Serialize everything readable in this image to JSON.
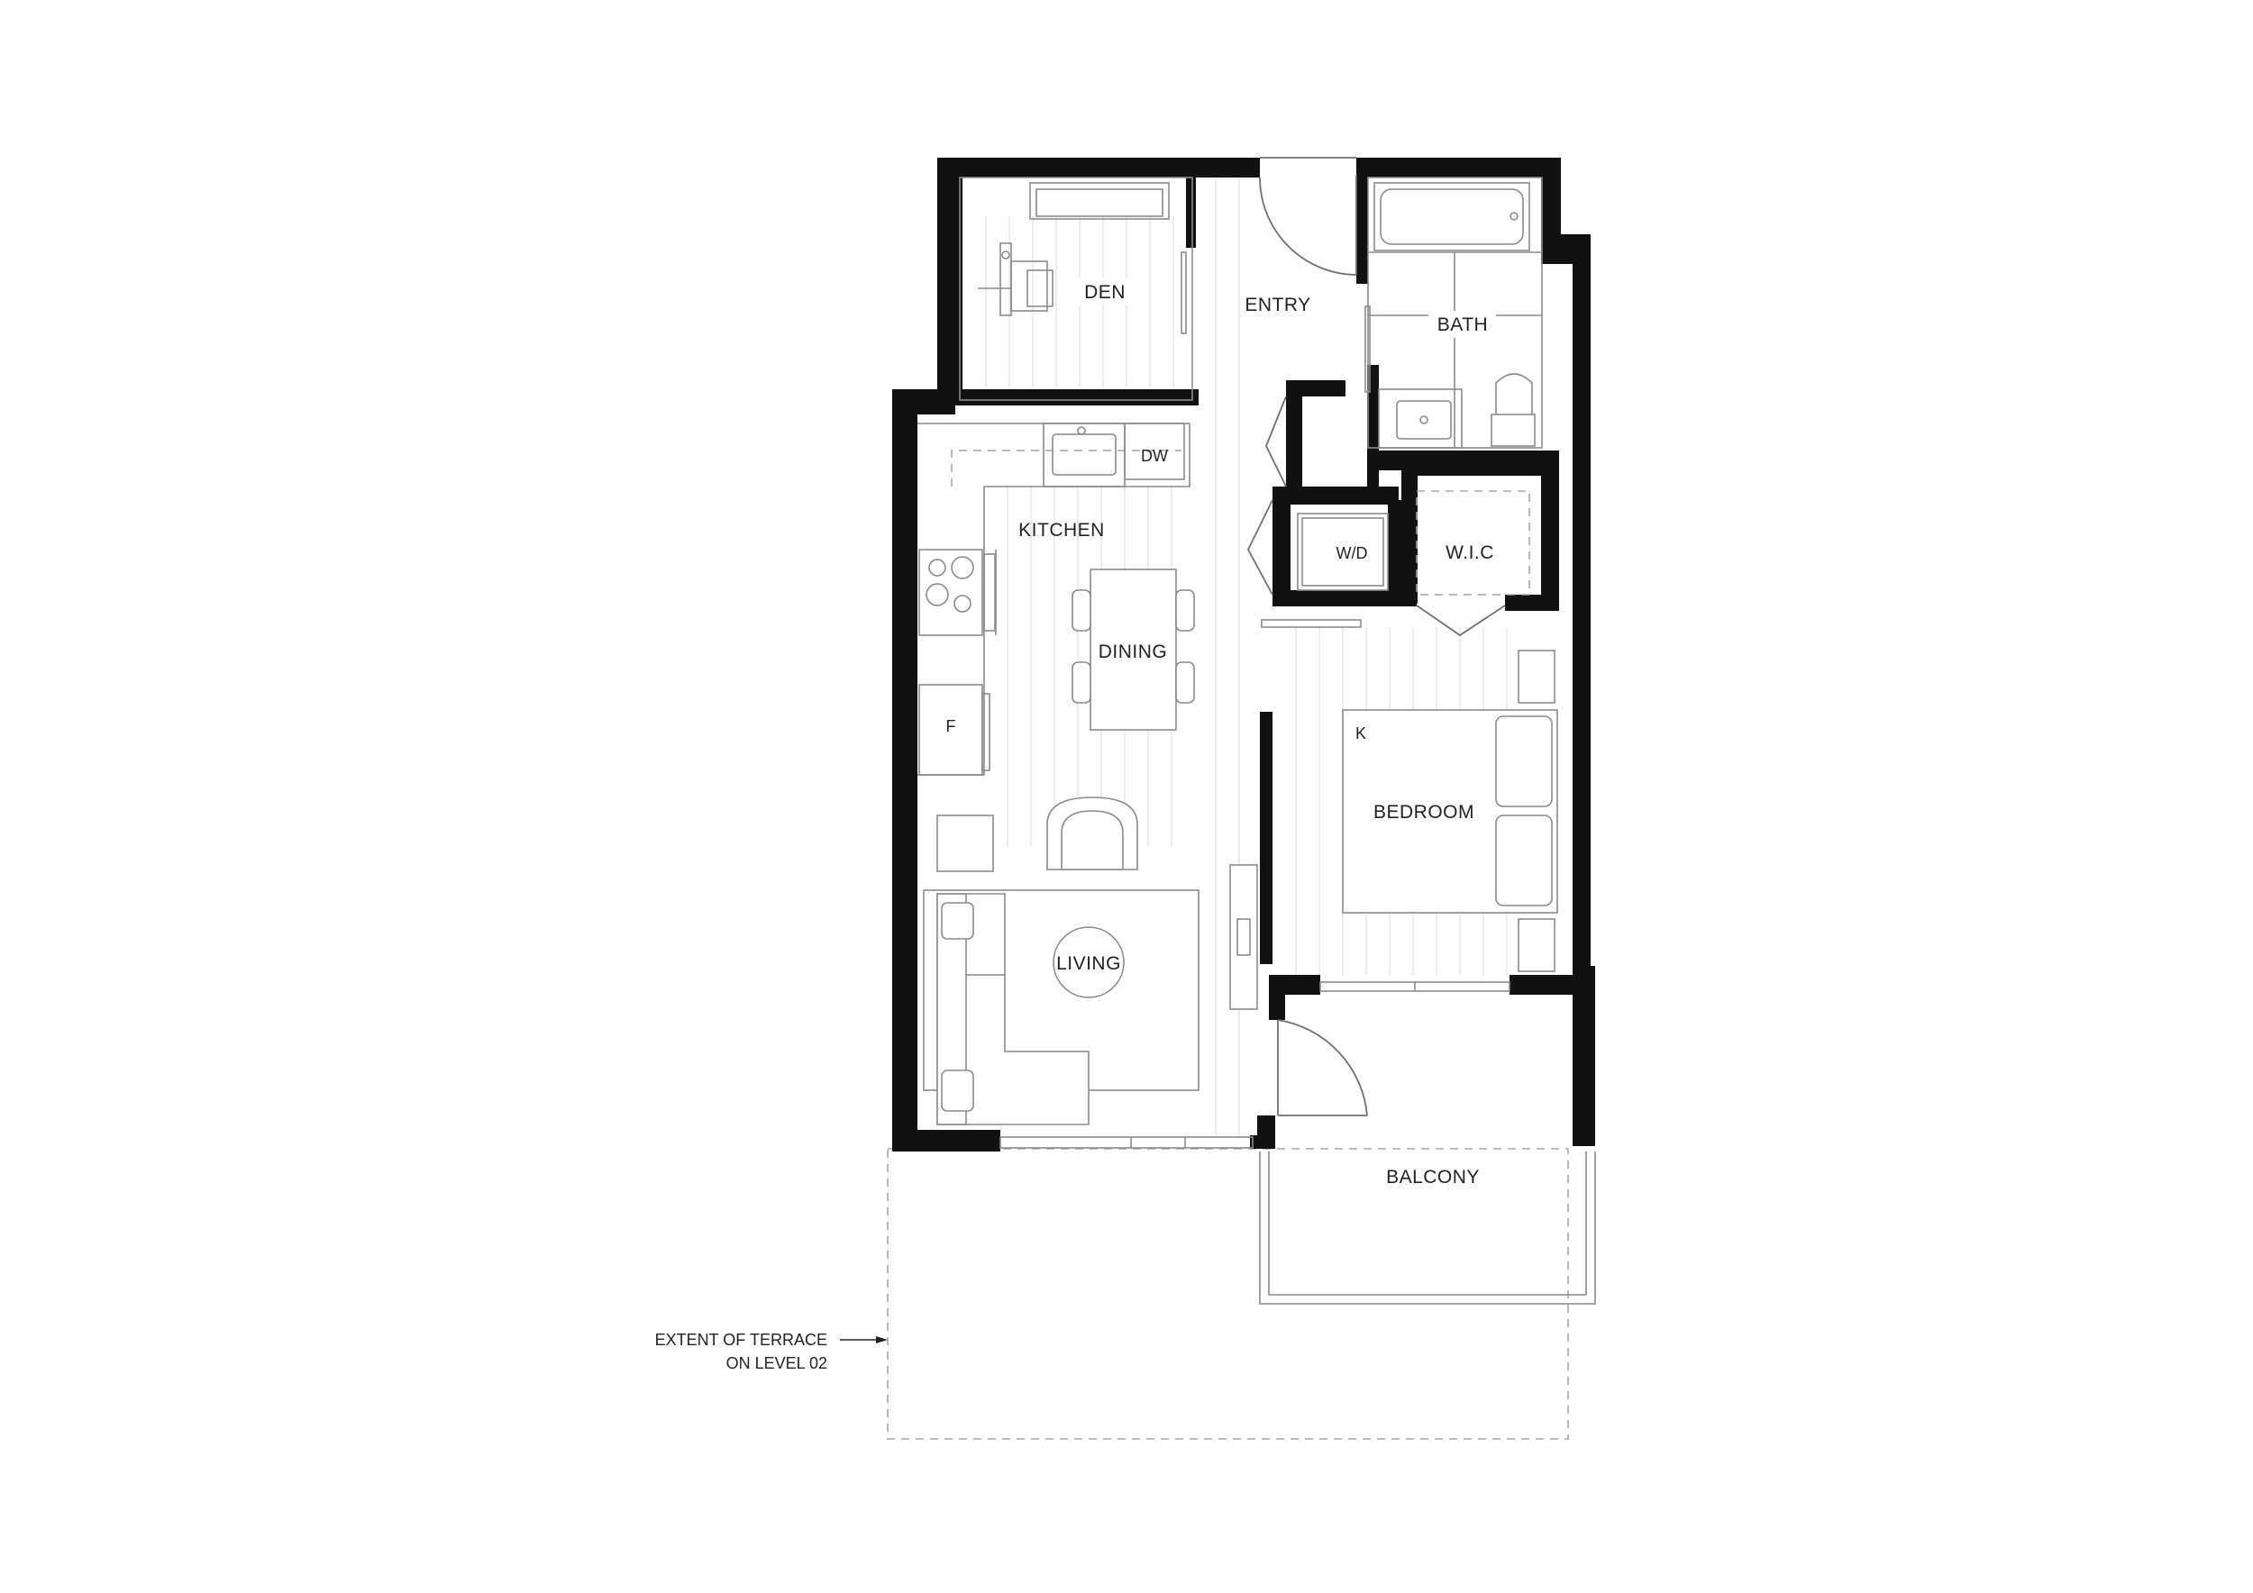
{
  "rooms": {
    "den": "DEN",
    "entry": "ENTRY",
    "bath": "BATH",
    "kitchen": "KITCHEN",
    "dishwasher": "DW",
    "washer_dryer": "W/D",
    "walk_in_closet": "W.I.C",
    "dining": "DINING",
    "fridge": "F",
    "bed_size": "K",
    "bedroom": "BEDROOM",
    "living": "LIVING",
    "balcony": "BALCONY"
  },
  "terrace_note": {
    "line1": "EXTENT OF TERRACE",
    "line2": "ON LEVEL 02"
  }
}
